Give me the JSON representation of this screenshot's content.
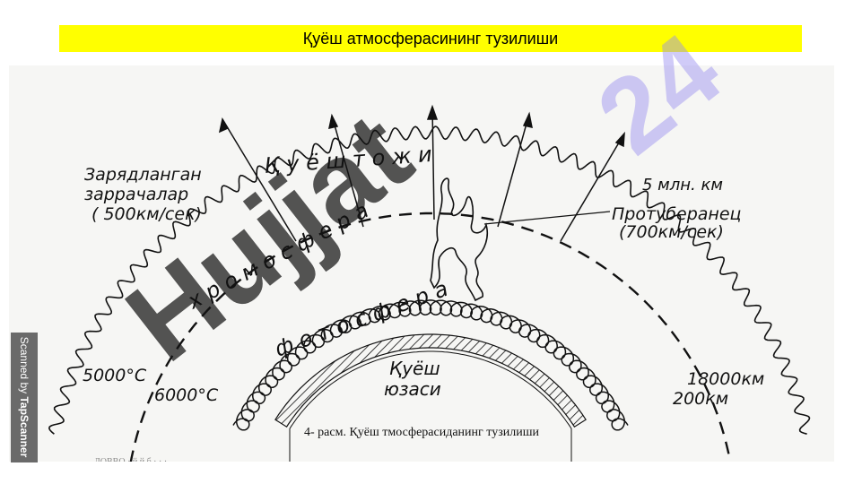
{
  "slide": {
    "title": "Қуёш атмосферасининг тузилиши"
  },
  "diagram": {
    "label_wind": "Қ у ё ш   т о ж и",
    "label_particles_1": "Зарядланган",
    "label_particles_2": "заррачалар",
    "label_particles_3": "( 500км/сек)",
    "label_distance": "5 млн. км",
    "label_prominence_1": "Протуберанец",
    "label_prominence_2": "(700км/сек)",
    "label_chromosphere": "х р о м о с ф е р а",
    "label_photosphere": "ф о т о с ф е р а",
    "label_surface_1": "Қуёш",
    "label_surface_2": "юзаси",
    "label_temp_5000": "5000°С",
    "label_temp_6000": "6000°С",
    "label_18000": "18000км",
    "label_200": "200км",
    "caption": "4- расм. Қуёш тмосферасиданинг тузилиши",
    "cut_text": "ЛОВВО · й й б · · ·"
  },
  "scanner": {
    "prefix": "Scanned by ",
    "brand": "TapScanner"
  },
  "watermark": {
    "main": "Hujjat",
    "number": "24"
  },
  "colors": {
    "title_bg": "#ffff00",
    "watermark_dark": "#141414",
    "watermark_violet": "#968cf0",
    "scanner_bar": "#6a6a6a"
  }
}
